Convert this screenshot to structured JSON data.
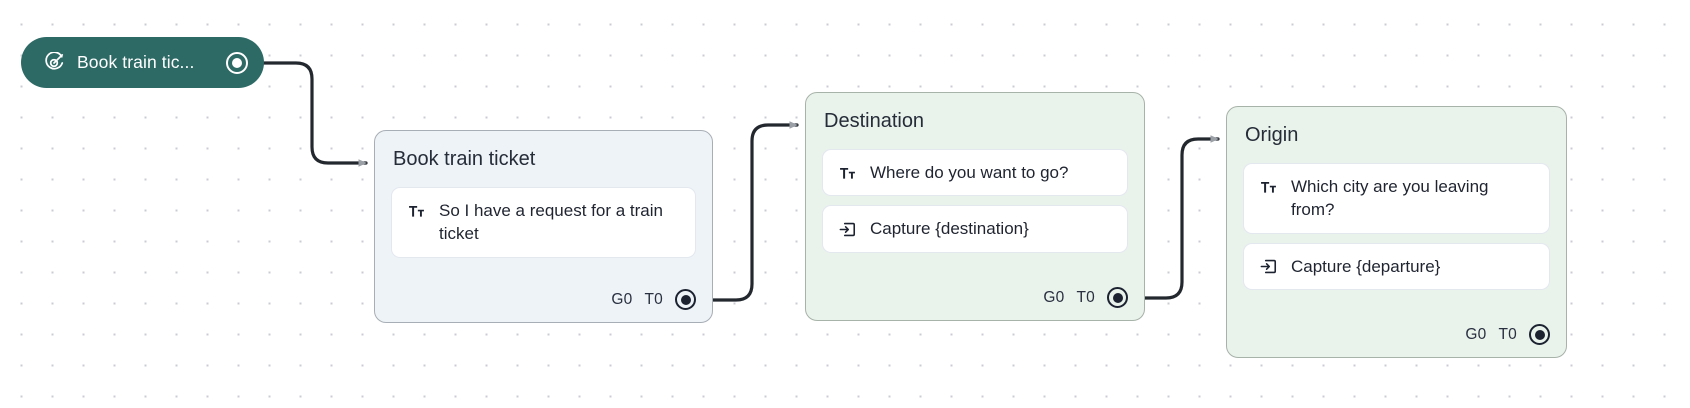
{
  "canvas": {
    "background": "#ffffff",
    "dot_color": "#c9ccd4",
    "edge_color": "#23282f"
  },
  "start_node": {
    "label": "Book train tic...",
    "icon": "goal-target-icon",
    "background": "#2d6a66",
    "text_color": "#ffffff",
    "port": "output-port"
  },
  "nodes": [
    {
      "id": "book-train-ticket",
      "title": "Book train ticket",
      "background": "#eef3f8",
      "rows": [
        {
          "icon": "text-format-icon",
          "text": "So I have a request for a train ticket"
        }
      ],
      "footer": {
        "goto_label": "G0",
        "transition_label": "T0",
        "port": "output-port"
      }
    },
    {
      "id": "destination",
      "title": "Destination",
      "background": "#eaf2ec",
      "rows": [
        {
          "icon": "text-format-icon",
          "text": "Where do you want to go?"
        },
        {
          "icon": "capture-input-icon",
          "text": "Capture {destination}"
        }
      ],
      "footer": {
        "goto_label": "G0",
        "transition_label": "T0",
        "port": "output-port"
      }
    },
    {
      "id": "origin",
      "title": "Origin",
      "background": "#eaf2ec",
      "rows": [
        {
          "icon": "text-format-icon",
          "text": "Which city are you leaving from?"
        },
        {
          "icon": "capture-input-icon",
          "text": "Capture {departure}"
        }
      ],
      "footer": {
        "goto_label": "G0",
        "transition_label": "T0",
        "port": "output-port"
      }
    }
  ]
}
